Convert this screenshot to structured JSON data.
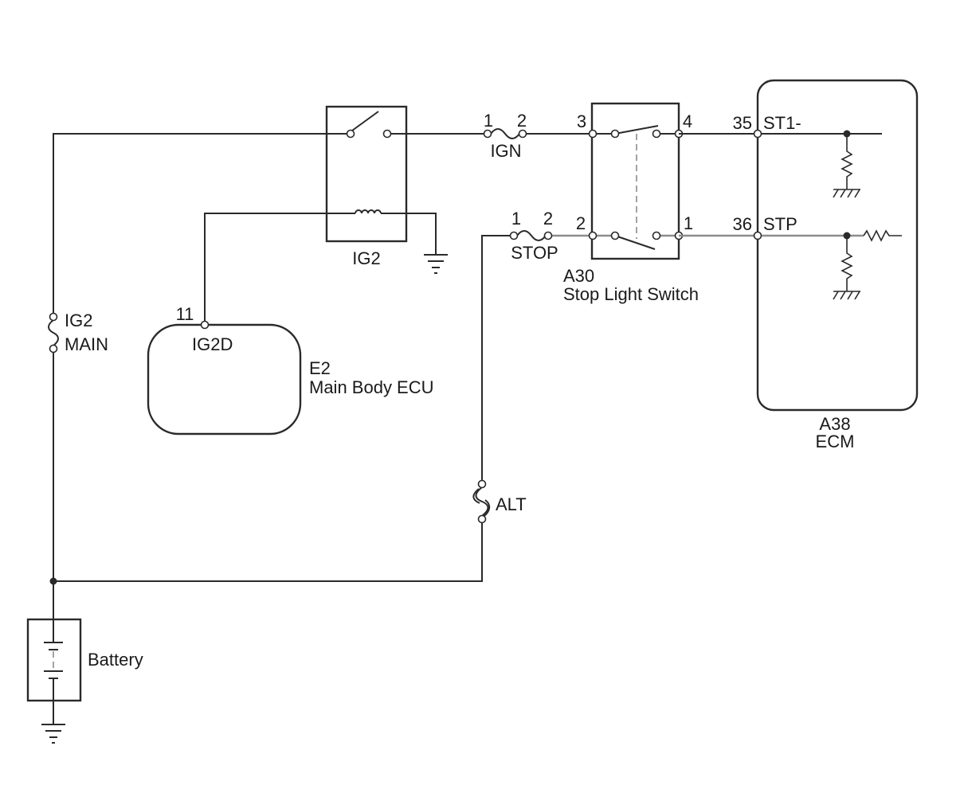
{
  "components": {
    "ig2_relay": {
      "name": "IG2"
    },
    "ign_fuse": {
      "name": "IGN",
      "pin1": "1",
      "pin2": "2"
    },
    "stop_fuse": {
      "name": "STOP",
      "pin1": "1",
      "pin2": "2"
    },
    "stop_light_switch": {
      "code": "A30",
      "name": "Stop Light Switch",
      "pin3": "3",
      "pin4": "4",
      "pin2": "2",
      "pin1": "1"
    },
    "ecm": {
      "code": "A38",
      "name": "ECM",
      "pin_st1_no": "35",
      "pin_st1": "ST1-",
      "pin_stp_no": "36",
      "pin_stp": "STP"
    },
    "main_body_ecu": {
      "code": "E2",
      "name": "Main Body ECU",
      "pin_no": "11",
      "pin_name": "IG2D"
    },
    "ig2_main_fuse": {
      "line1": "IG2",
      "line2": "MAIN"
    },
    "alt_fuse": {
      "name": "ALT"
    },
    "battery": {
      "name": "Battery"
    }
  }
}
